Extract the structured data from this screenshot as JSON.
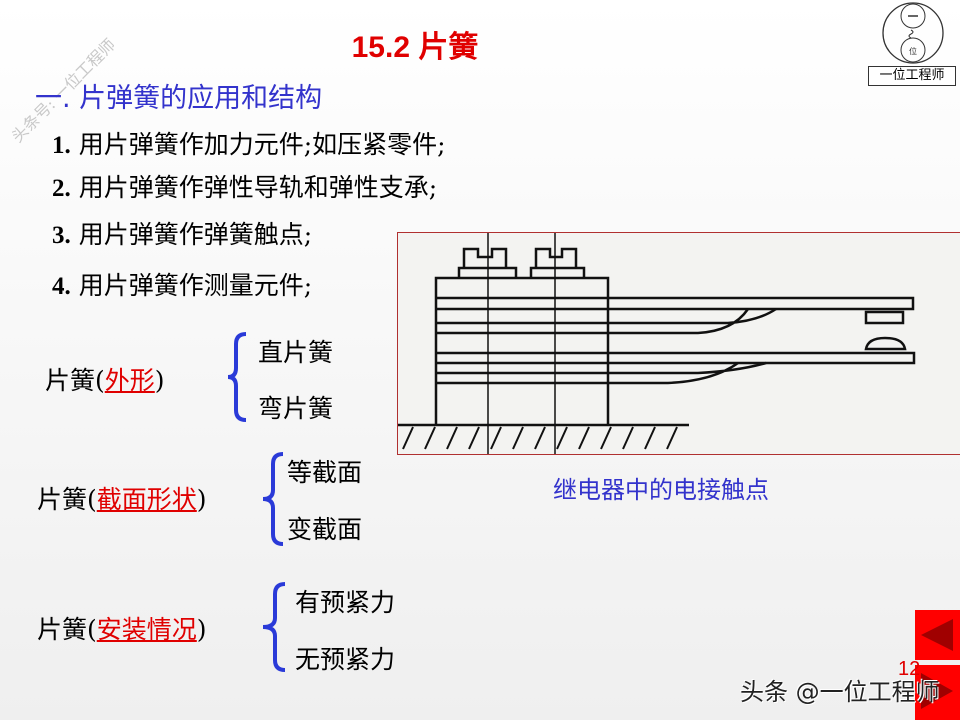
{
  "title": "15.2 片簧",
  "watermark": "头条号: 一位工程师",
  "logo": {
    "text": "一位工程师",
    "circle_top": "一",
    "circle_bottom": "位"
  },
  "heading": "一.  片弹簧的应用和结构",
  "items": [
    {
      "num": "1.",
      "text": "用片弹簧作加力元件;如压紧零件;"
    },
    {
      "num": "2.",
      "text": "用片弹簧作弹性导轨和弹性支承;"
    },
    {
      "num": "3.",
      "text": "用片弹簧作弹簧触点;"
    },
    {
      "num": "4.",
      "text": "用片弹簧作测量元件;"
    }
  ],
  "classifications": [
    {
      "prefix": "片簧(",
      "key": "外形",
      "suffix": ")",
      "options": [
        "直片簧",
        "弯片簧"
      ]
    },
    {
      "prefix": "片簧(",
      "key": "截面形状",
      "suffix": ")",
      "options": [
        "等截面",
        "变截面"
      ]
    },
    {
      "prefix": "片簧(",
      "key": "安装情况",
      "suffix": ")",
      "options": [
        "有预紧力",
        "无预紧力"
      ]
    }
  ],
  "figure_caption": "继电器中的电接触点",
  "page_number": "12",
  "footer_watermark": "头条 @一位工程师",
  "colors": {
    "title": "#e00000",
    "heading": "#3333cc",
    "brace": "#2a3ad8",
    "nav": "#ff0000"
  },
  "nav": {
    "prev": "triangle-left-icon",
    "next": "triangle-right-icon"
  }
}
